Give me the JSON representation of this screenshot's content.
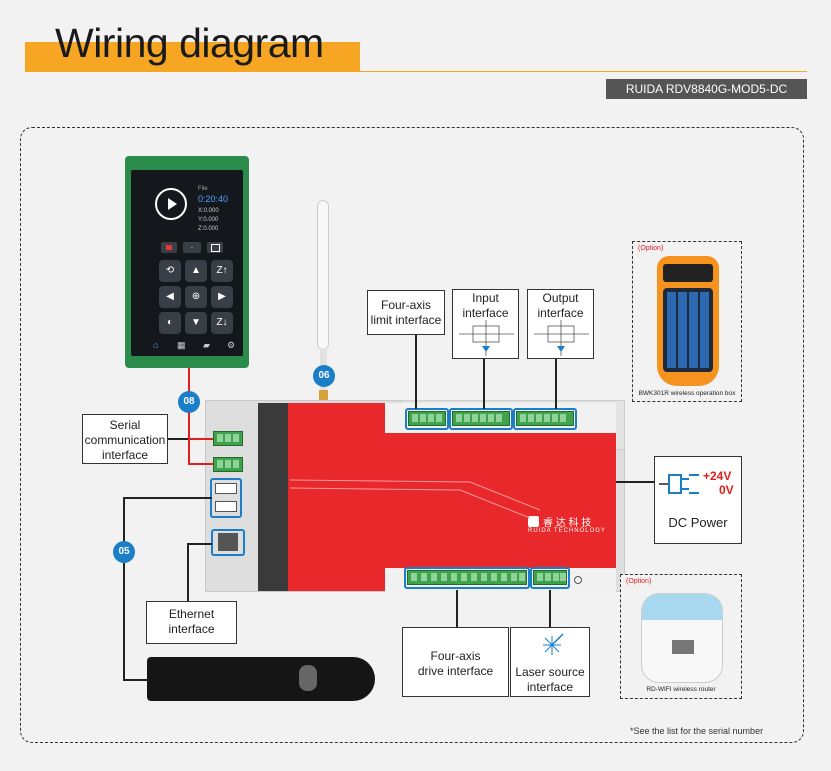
{
  "header": {
    "title": "Wiring diagram",
    "model": "RUIDA RDV8840G-MOD5-DC"
  },
  "labels": {
    "limit": "Four-axis\nlimit interface",
    "input": "Input\ninterface",
    "output": "Output\ninterface",
    "serial": "Serial\ncommunication\ninterface",
    "ethernet": "Ethernet\ninterface",
    "drive": "Four-axis\ndrive interface",
    "laser": "Laser source\ninterface",
    "power_title": "DC Power",
    "power_plus": "+24V",
    "power_zero": "0V"
  },
  "badges": {
    "b08": "08",
    "b06": "06",
    "b05": "05"
  },
  "options": {
    "remote_tag": "(Option)",
    "remote_caption": "BWK301R wireless operation box",
    "router_tag": "(Option)",
    "router_caption": "RD-WIFI wireless router"
  },
  "controller": {
    "brand_cn": "睿 达 科 技",
    "brand_en": "RUIDA TECHNOLOGY"
  },
  "hmi": {
    "time": "0:20:40",
    "file": "File",
    "x": "X:0.000",
    "y": "Y:0.000",
    "z": "Z:0.000"
  },
  "footnote": "*See the list for the serial number",
  "colors": {
    "accent": "#f6a623",
    "controller_red": "#e8282b",
    "badge_blue": "#1a7ec8",
    "terminal_green": "#3ea34a",
    "power_red": "#e01e1e"
  }
}
